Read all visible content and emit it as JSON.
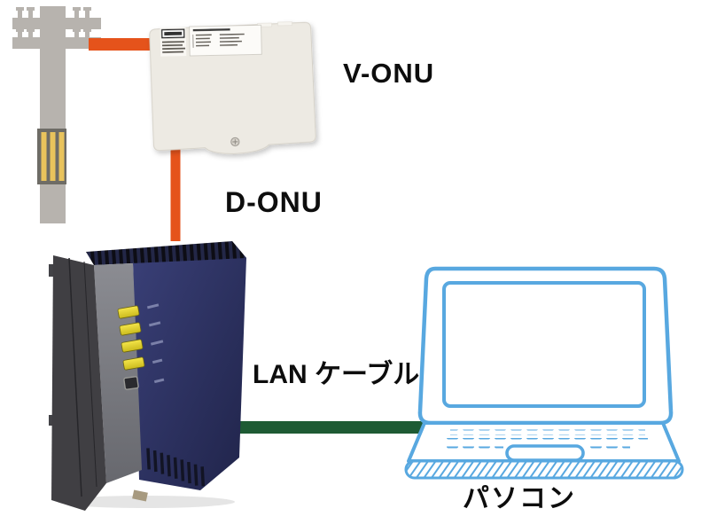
{
  "diagram": {
    "labels": {
      "v_onu": "V-ONU",
      "d_onu": "D-ONU",
      "lan_cable": "LAN ケーブル",
      "pc": "パソコン"
    },
    "nodes": [
      {
        "id": "utility-pole",
        "description": "gray utility pole with two crossarms and yellow striped guard"
      },
      {
        "id": "v-onu",
        "label": "V-ONU",
        "description": "white wall-mounted optical unit with two stickers and screw"
      },
      {
        "id": "d-onu",
        "label": "D-ONU",
        "description": "dark navy modem, 4 yellow LEDs and one button"
      },
      {
        "id": "pc",
        "label": "パソコン",
        "description": "laptop drawn in light blue outline"
      }
    ],
    "connections": [
      {
        "from": "utility-pole",
        "to": "v-onu",
        "color": "#e5531b"
      },
      {
        "from": "v-onu",
        "to": "d-onu",
        "color": "#e5531b"
      },
      {
        "from": "d-onu",
        "to": "pc",
        "label": "LAN ケーブル",
        "color": "#1e5b34"
      }
    ],
    "colors": {
      "cable_orange": "#e5531b",
      "cable_green": "#1e5b34",
      "laptop_blue": "#58a8e0",
      "pole_gray": "#b7b3ae",
      "guard_yellow": "#e9c35c",
      "modem_navy": "#2c3162",
      "vonu_white": "#edeae3",
      "label_text": "#0d0d0d"
    },
    "d_onu_leds": {
      "count": 4,
      "color": "#e8d435"
    }
  }
}
